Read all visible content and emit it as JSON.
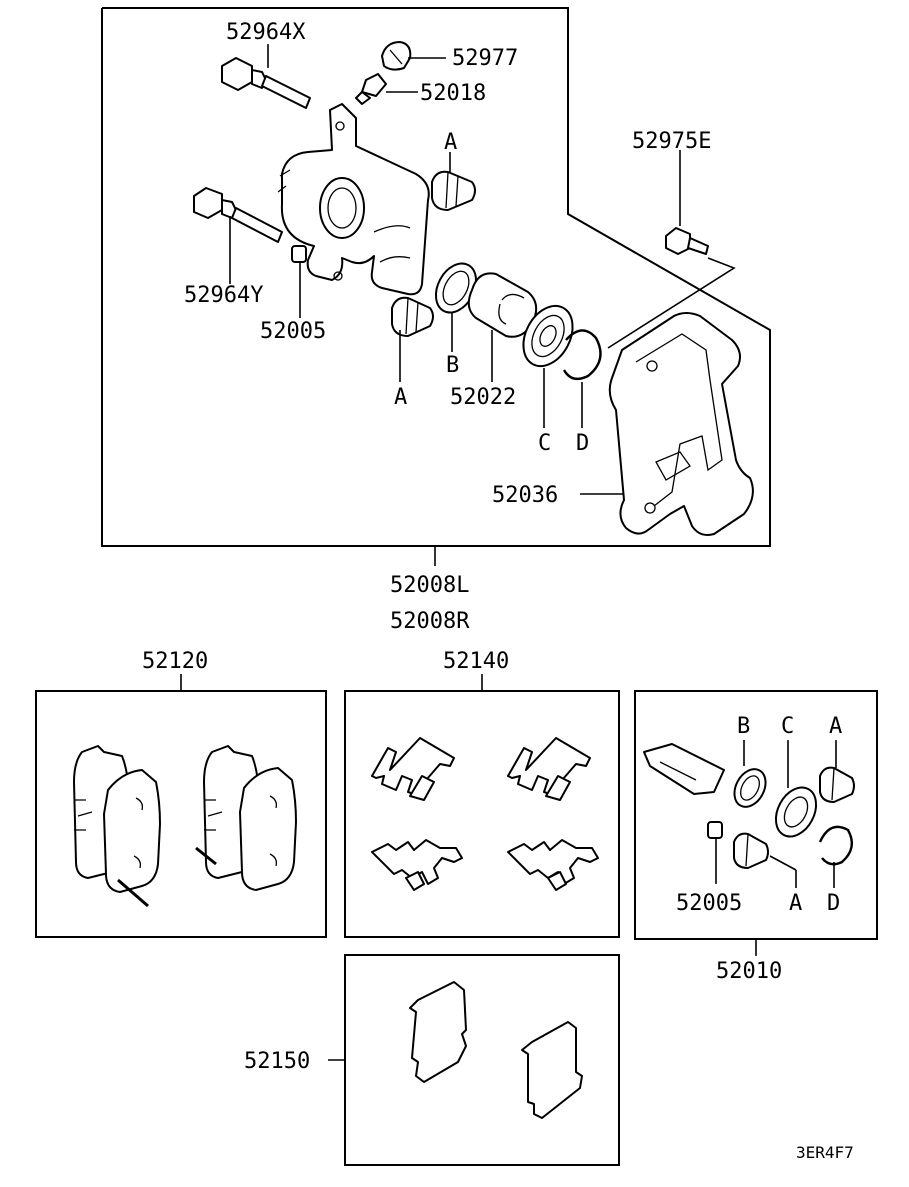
{
  "labels": {
    "p52964X": "52964X",
    "p52977": "52977",
    "p52018": "52018",
    "p52975E": "52975E",
    "p52964Y": "52964Y",
    "p52005": "52005",
    "a_top": "A",
    "a_bottom": "A",
    "b_main": "B",
    "p52022": "52022",
    "c_main": "C",
    "d_main": "D",
    "p52036": "52036",
    "p52008L": "52008L",
    "p52008R": "52008R",
    "p52120": "52120",
    "p52140": "52140",
    "kit_b": "B",
    "kit_c": "C",
    "kit_a_top": "A",
    "kit_52005": "52005",
    "kit_a_bottom": "A",
    "kit_d": "D",
    "p52010": "52010",
    "p52150": "52150",
    "diagram_code": "3ER4F7"
  }
}
